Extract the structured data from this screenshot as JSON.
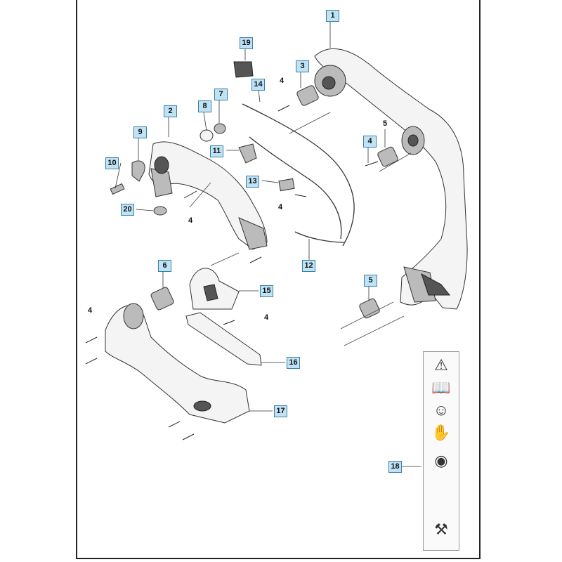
{
  "callouts": {
    "c1": "1",
    "c2": "2",
    "c3": "3",
    "c4": "4",
    "c5a": "5",
    "c5b": "5",
    "c6": "6",
    "c7": "7",
    "c8": "8",
    "c9": "9",
    "c10": "10",
    "c11": "11",
    "c12": "12",
    "c13": "13",
    "c14": "14",
    "c15": "15",
    "c16": "16",
    "c17": "17",
    "c18": "18",
    "c19": "19",
    "c20": "20"
  },
  "plain_labels": {
    "p4_top": "4",
    "p4_mid": "4",
    "p4_left": "4",
    "p4_lower_left": "4",
    "p4_right": "4"
  },
  "decal": {
    "icons": [
      "warning-triangle-icon",
      "manual-book-icon",
      "ear-protection-icon",
      "glove-icon",
      "spark-plug-icon",
      "hand-guard-icon"
    ],
    "glyphs": [
      "⚠",
      "📖",
      "☺",
      "✋",
      "◉",
      "⚒"
    ]
  }
}
